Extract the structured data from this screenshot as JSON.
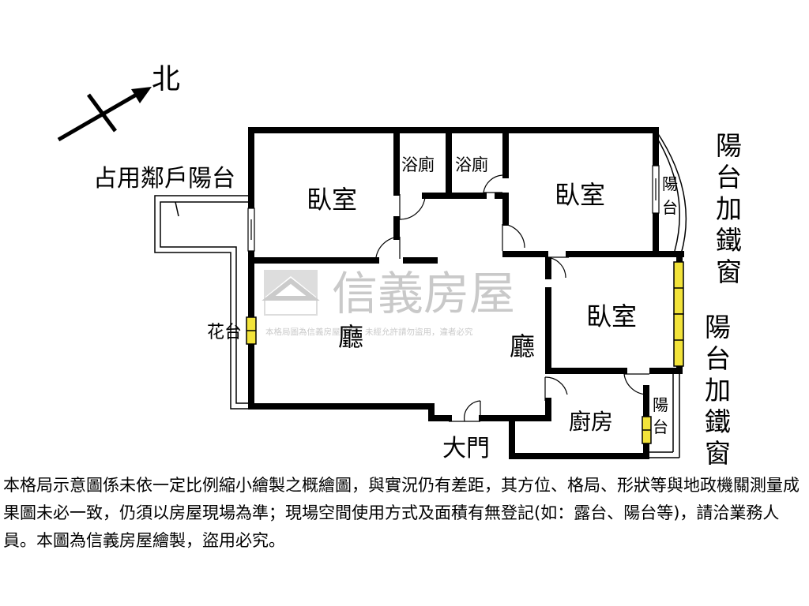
{
  "compass": {
    "label": "北"
  },
  "rooms": {
    "bedroom_nw": "臥室",
    "bath_1": "浴廁",
    "bath_2": "浴廁",
    "bedroom_ne": "臥室",
    "balcony_ne": [
      "陽",
      "台"
    ],
    "bedroom_e": "臥室",
    "living_w": "廳",
    "living_e": "廳",
    "kitchen": "廚房",
    "balcony_se": [
      "陽",
      "台"
    ]
  },
  "annotations": {
    "neighbor_balcony": "占用鄰戶陽台",
    "flower_bed": "花台",
    "main_door": "大門",
    "iron_window_upper": [
      "陽",
      "台",
      "加",
      "鐵",
      "窗"
    ],
    "iron_window_lower": [
      "陽",
      "台",
      "加",
      "鐵",
      "窗"
    ]
  },
  "watermark": {
    "brand": "信義房屋",
    "notice": "本格局圖為信義房屋繪製，未經允許請勿盜用，違者必究"
  },
  "disclaimer": "本格局示意圖係未依一定比例縮小繪製之概繪圖，與實況仍有差距，其方位、格局、形狀等與地政機關測量成果圖未必一致，仍須以房屋現場為準；現場空間使用方式及面積有無登記(如：露台、陽台等)，請洽業務人員。本圖為信義房屋繪製，盜用必究。",
  "colors": {
    "wall": "#000000",
    "window": "#f2e33a",
    "watermark": "#9a9a9a"
  }
}
